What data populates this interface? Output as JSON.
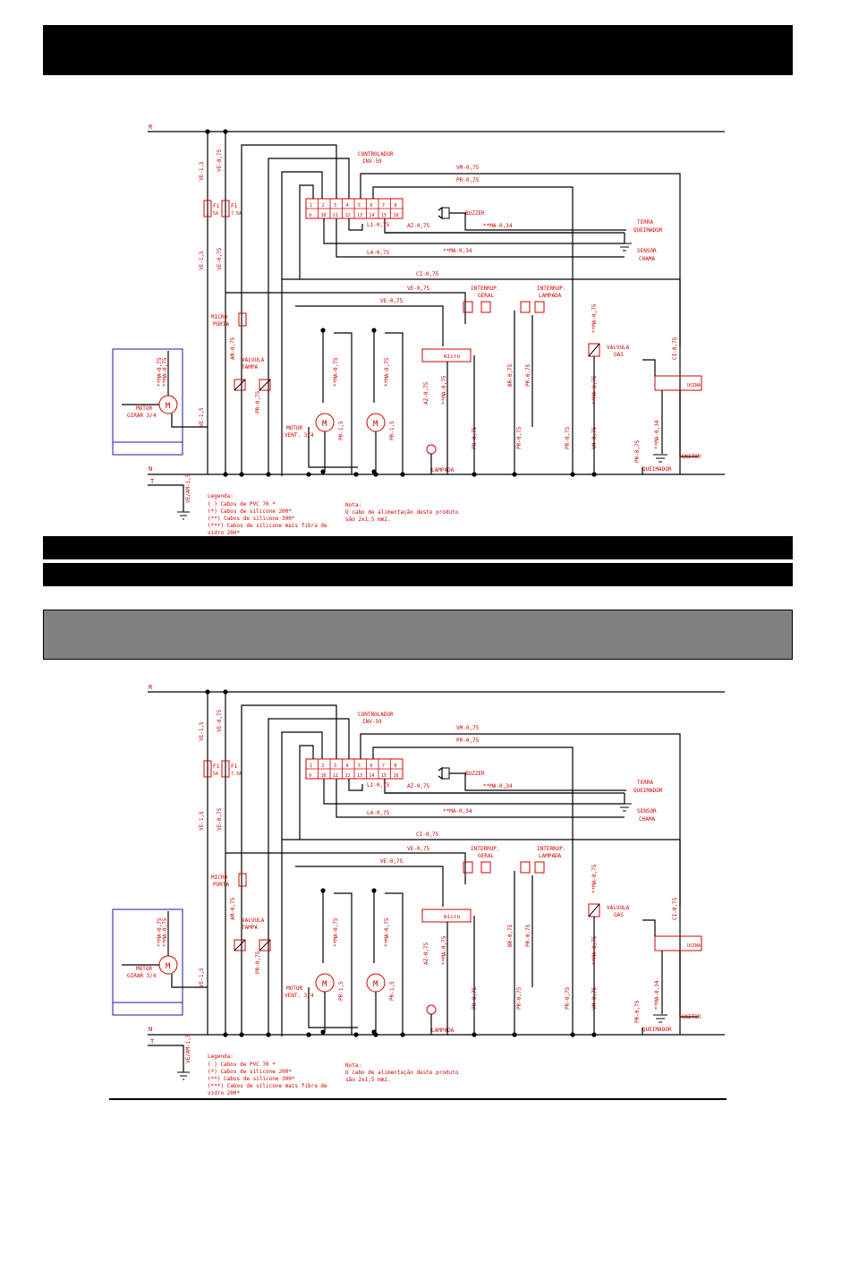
{
  "colors": {
    "wire": "#000000",
    "label": "#d40000",
    "box_border": "#1a1aa6",
    "header": "#000000",
    "subheader": "#808080"
  },
  "schematic": {
    "rail_r": "R",
    "rail_n": "N",
    "rail_t": "T",
    "controller_title": "CONTROLADOR",
    "controller_model": "INV-59",
    "terminals_top": [
      "1",
      "2",
      "3",
      "4",
      "5",
      "6",
      "7",
      "8"
    ],
    "terminals_bottom": [
      "9",
      "10",
      "11",
      "12",
      "13",
      "14",
      "15",
      "16"
    ],
    "fuse1_label": "F1",
    "fuse1_rating": "5A",
    "fuse2_label": "F1",
    "fuse2_rating": "7.5A",
    "buzzer": "BUZZER",
    "terra1": "TERRA",
    "terra2": "QUEIMADOR",
    "sensor1": "SENSOR",
    "sensor2": "CHAMA",
    "micro_porta1": "MICRO",
    "micro_porta2": "PORTA",
    "valvula_tampa1": "VALVULA",
    "valvula_tampa2": "TAMPA",
    "valvula_gas1": "VALVULA",
    "valvula_gas2": "GAS",
    "interrup_geral1": "INTERRUP.",
    "interrup_geral2": "GERAL",
    "interrup_lamp1": "INTERRUP.",
    "interrup_lamp2": "LAMPADA",
    "motor_girar1": "MOTOR",
    "motor_girar2": "GIRAR 3/4",
    "motor_vent1": "MOTOR",
    "motor_vent2": "VENT. 3/4",
    "micro": "micro",
    "lampada": "LAMPADA",
    "queimador": "QUEIMADOR",
    "ignitor": "IGNITOR",
    "usina": "USINA",
    "motor_symbol": "M",
    "wires": {
      "vm": "VM-0,75",
      "pr": "PR-0,75",
      "az": "AZ-0,75",
      "ma034": "**MA-0,34",
      "l1": "L1-0,75",
      "l4": "L4-0,75",
      "ma034b": "**MA-0,34",
      "ci": "CI-0,75",
      "ve": "VE-0,75",
      "ve2": "VE-0,75",
      "ve15": "VE-1,5",
      "ve075": "VE-0,75",
      "am": "AM-0,75",
      "br": "BR-0,75",
      "ci2": "CI-0,75",
      "ve3": "VE-0,75",
      "pr15": "PR-1,5",
      "pr15b": "PR-1,5",
      "prn": "PR-0,75",
      "prn2": "PR-0,75",
      "br2": "BR-0,75",
      "pr2": "PR-0,75",
      "pr3": "PR-0,75",
      "pr4": "PR-0,75",
      "vm2": "VM-0,75",
      "ma2": "**MA-0,75",
      "ci3": "CI-0,75",
      "ma3": "**MA-0,34",
      "ve15b": "VE-1,5",
      "ve_am": "VE/AM-1,5"
    },
    "legend": {
      "title": "Legenda:",
      "l1": "( )   Cabos de PVC 70 *",
      "l2": "(*)   Cabos de silicone 200*",
      "l3": "(**)  Cabos de silicone 300*",
      "l4": "(***) Cabos de silicone mais fibra de",
      "l5": "vidro 200*"
    },
    "note": {
      "title": "Nota:",
      "l1": "O cabo de alimentação deste produto",
      "l2": "são 2x1,5 mm2."
    }
  }
}
